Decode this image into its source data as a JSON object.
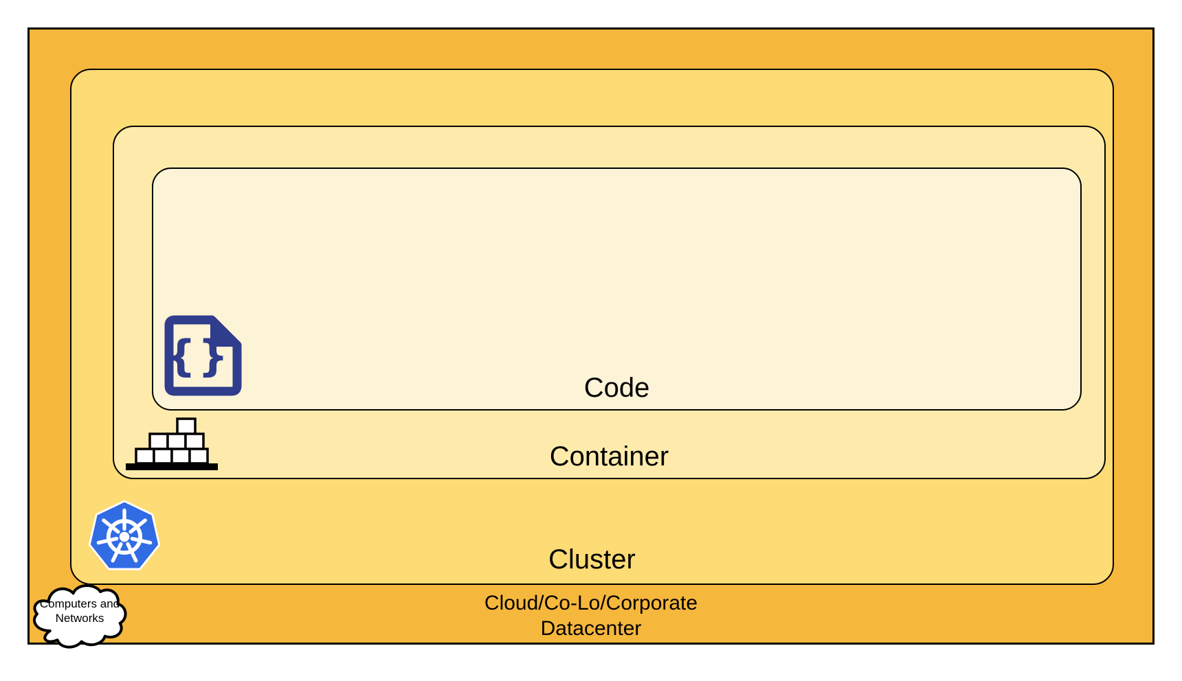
{
  "layers": {
    "code": {
      "label": "Code",
      "fill": "#FDF3D7"
    },
    "container": {
      "label": "Container",
      "fill": "#FEEBAC"
    },
    "cluster": {
      "label": "Cluster",
      "fill": "#FDDB75"
    },
    "datacenter": {
      "label_line1": "Cloud/Co-Lo/Corporate",
      "label_line2": "Datacenter",
      "fill": "#F6B73D"
    }
  },
  "cloud_callout": {
    "line1": "Computers and",
    "line2": "Networks",
    "fill": "#FFFFFF"
  },
  "icons": {
    "code_file": "code-file-icon",
    "container_boxes": "container-boxes-icon",
    "kubernetes": "kubernetes-helm-icon",
    "cloud": "cloud-icon"
  },
  "colors": {
    "border": "#000000",
    "icon_navy": "#303C8C",
    "kubernetes_blue": "#326CE5",
    "box_white": "#FFFFFF"
  }
}
